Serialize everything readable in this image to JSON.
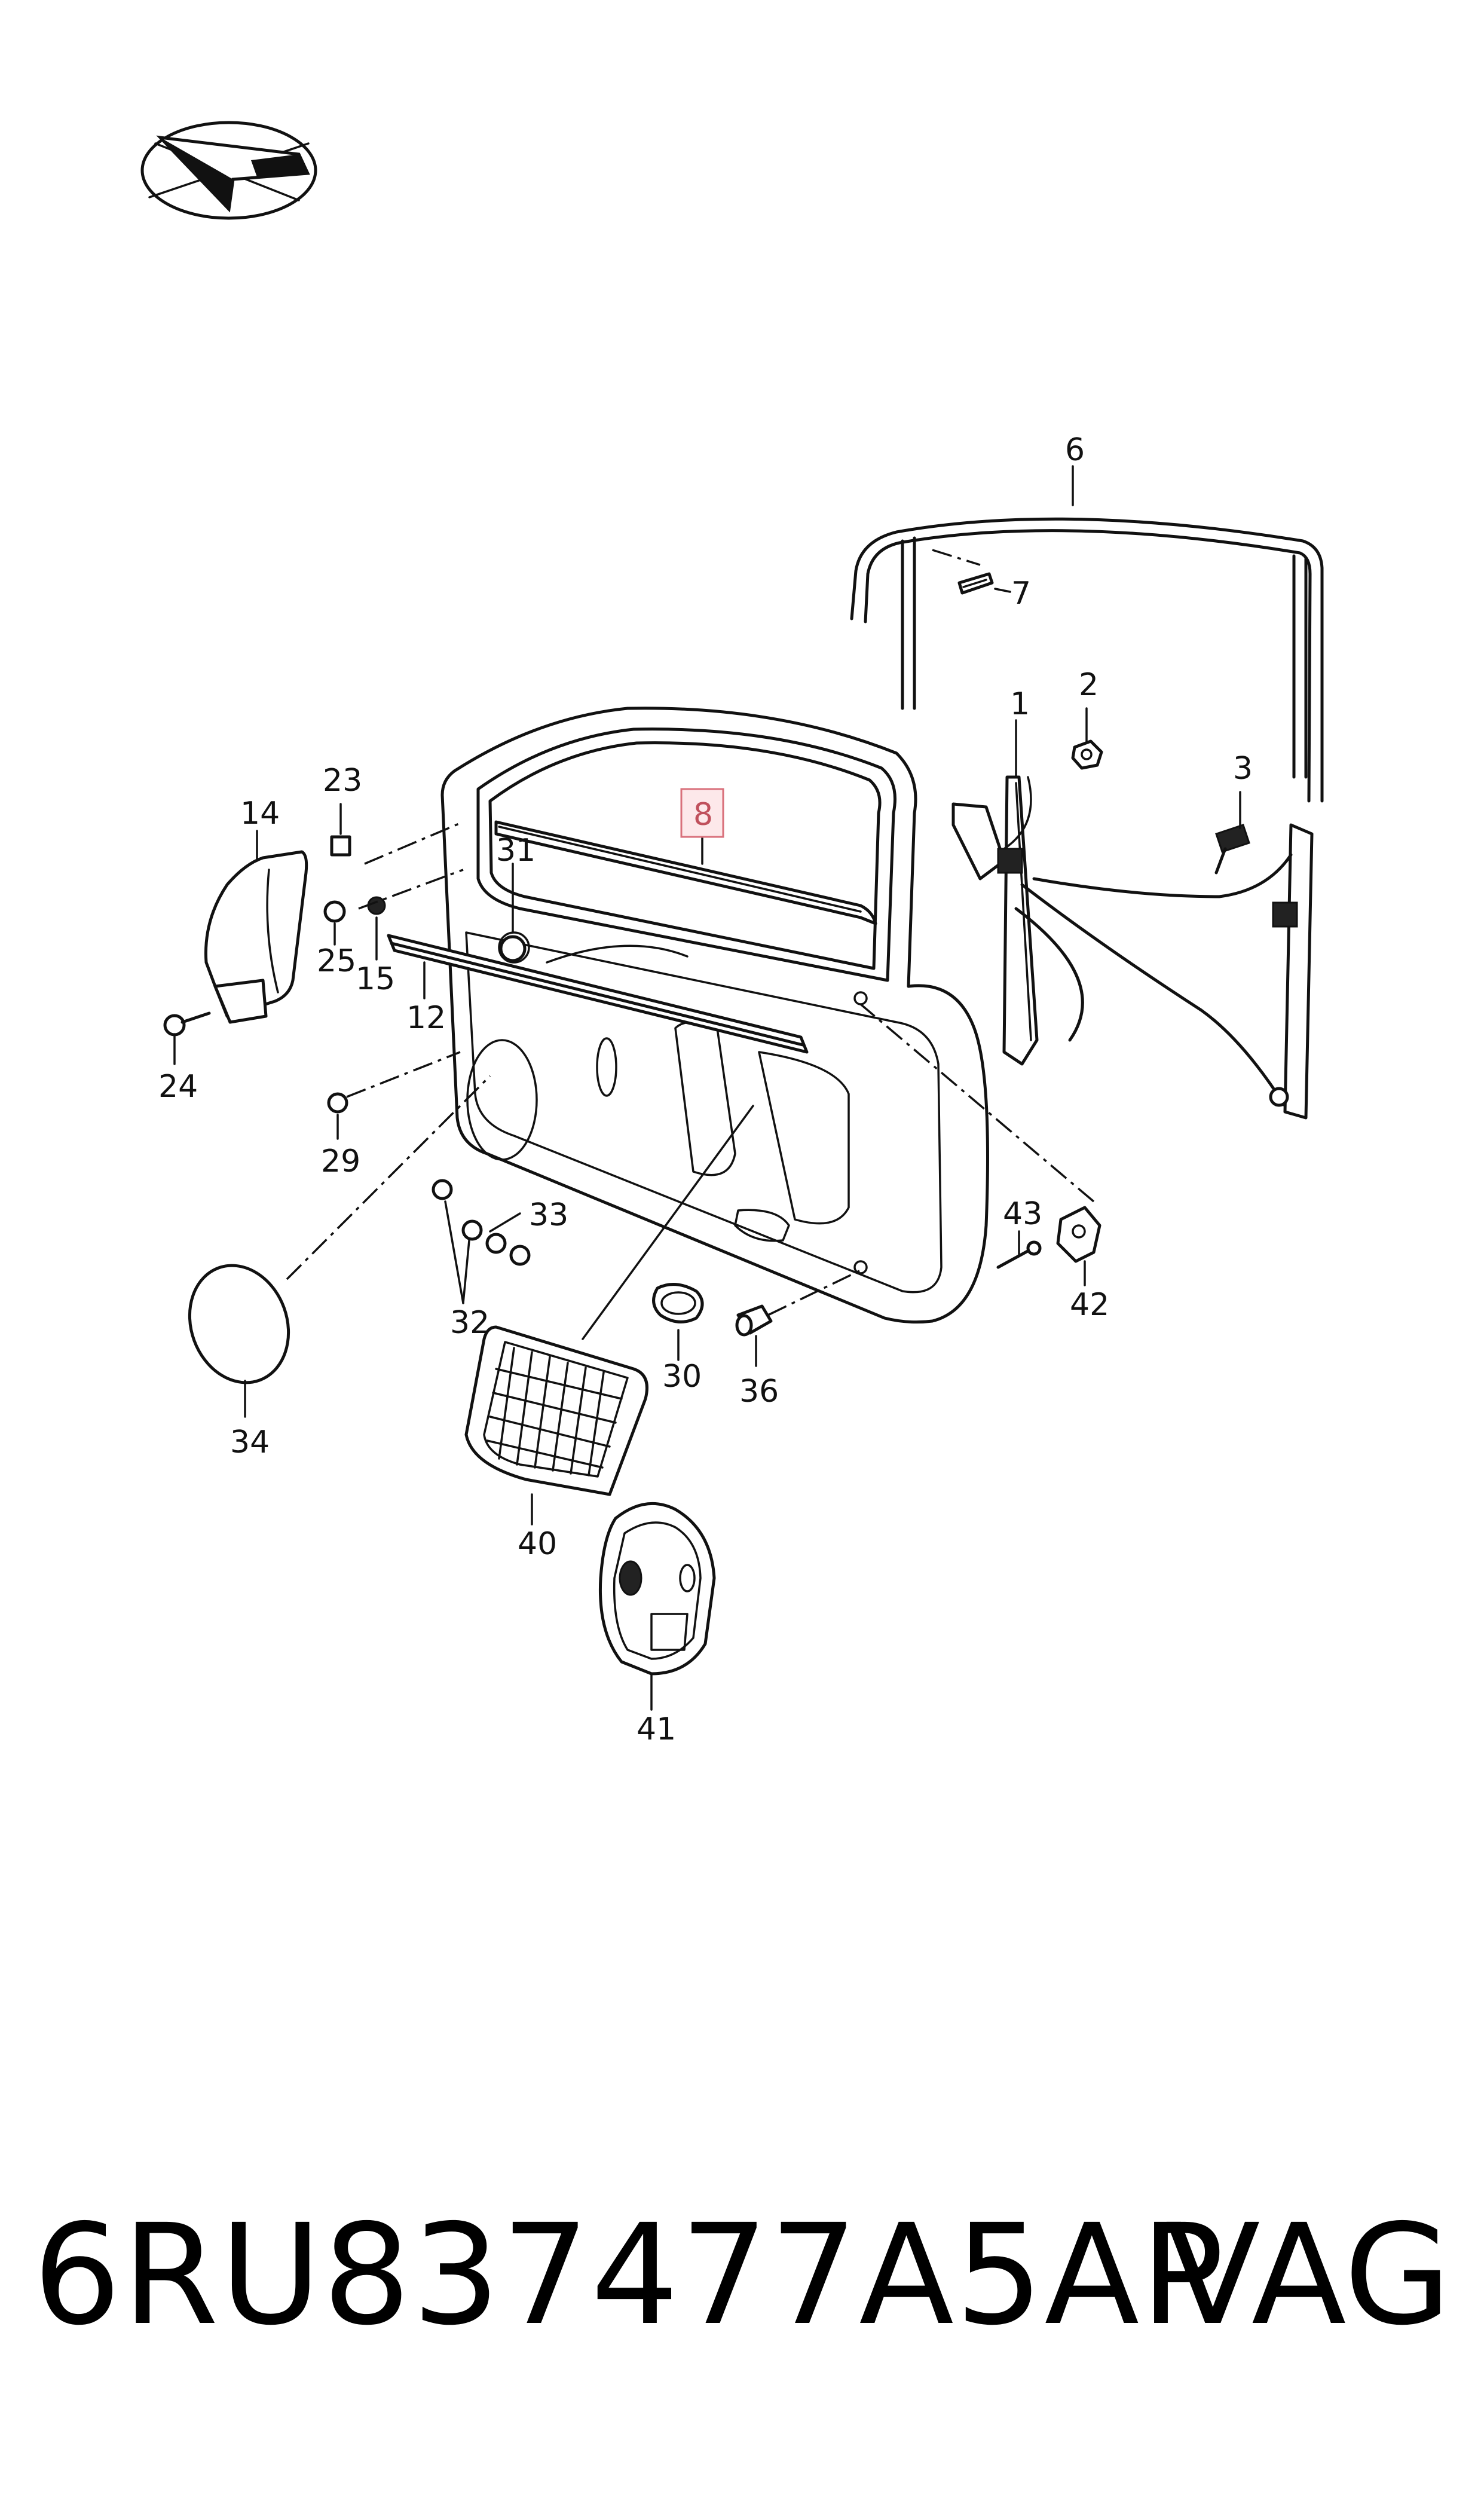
{
  "diagram": {
    "callouts": [
      {
        "id": "c1",
        "label": "1"
      },
      {
        "id": "c2",
        "label": "2"
      },
      {
        "id": "c3",
        "label": "3"
      },
      {
        "id": "c6",
        "label": "6"
      },
      {
        "id": "c7",
        "label": "7"
      },
      {
        "id": "c8",
        "label": "8",
        "highlighted": true
      },
      {
        "id": "c12",
        "label": "12"
      },
      {
        "id": "c14",
        "label": "14"
      },
      {
        "id": "c15",
        "label": "15"
      },
      {
        "id": "c23",
        "label": "23"
      },
      {
        "id": "c24",
        "label": "24"
      },
      {
        "id": "c25",
        "label": "25"
      },
      {
        "id": "c29",
        "label": "29"
      },
      {
        "id": "c30",
        "label": "30"
      },
      {
        "id": "c31",
        "label": "31"
      },
      {
        "id": "c32",
        "label": "32"
      },
      {
        "id": "c33",
        "label": "33"
      },
      {
        "id": "c34",
        "label": "34"
      },
      {
        "id": "c36",
        "label": "36"
      },
      {
        "id": "c40",
        "label": "40"
      },
      {
        "id": "c41",
        "label": "41"
      },
      {
        "id": "c42",
        "label": "42"
      },
      {
        "id": "c43",
        "label": "43"
      }
    ],
    "highlight_color": "#fde8ea",
    "logo_icon": "direction-arrow-logo-icon"
  },
  "footer": {
    "part_number": "6RU837477A5AP",
    "brand": "VAG"
  }
}
